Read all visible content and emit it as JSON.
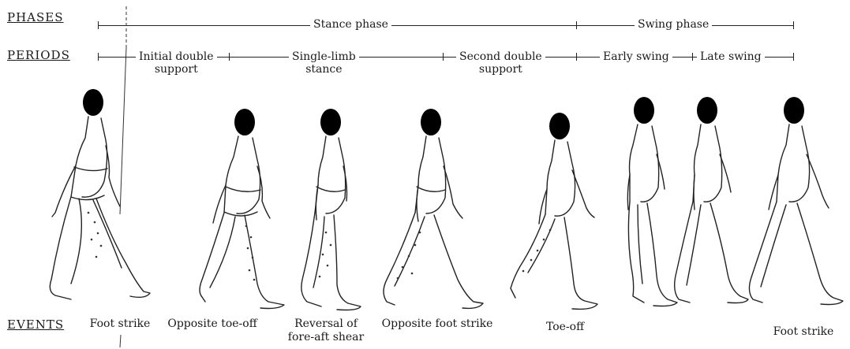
{
  "headers": {
    "phases": "PHASES",
    "periods": "PERIODS",
    "events": "EVENTS"
  },
  "phases": [
    {
      "label": "Stance phase"
    },
    {
      "label": "Swing phase"
    }
  ],
  "periods": [
    {
      "line1": "Initial double",
      "line2": "support"
    },
    {
      "line1": "Single-limb",
      "line2": "stance"
    },
    {
      "line1": "Second double",
      "line2": "support"
    },
    {
      "line1": "Early swing",
      "line2": ""
    },
    {
      "line1": "Late swing",
      "line2": ""
    }
  ],
  "events": [
    {
      "line1": "Foot strike",
      "line2": ""
    },
    {
      "line1": "Opposite toe-off",
      "line2": ""
    },
    {
      "line1": "Reversal of",
      "line2": "fore-aft shear"
    },
    {
      "line1": "Opposite foot strike",
      "line2": ""
    },
    {
      "line1": "Toe-off",
      "line2": ""
    },
    {
      "line1": "Foot strike",
      "line2": ""
    }
  ]
}
